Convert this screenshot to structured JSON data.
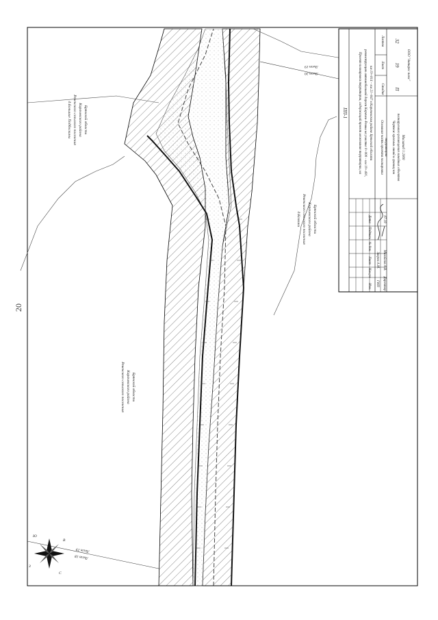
{
  "page": {
    "number": "20"
  },
  "map": {
    "labels": {
      "top_settlement": [
        "д.Большие Подбоскины",
        "Ревенского сельского поселения",
        "Карачевского района",
        "Брянской области"
      ],
      "mid_settlement": [
        "д.Козлики",
        "Ревенского сельского поселения",
        "Карачевского района",
        "Брянской области"
      ],
      "left_settlement": [
        "Ревенского сельского поселения",
        "Карачевского района",
        "Брянской области"
      ]
    },
    "sheet_refs": {
      "upper_a": "Лист 20",
      "upper_b": "Лист 19",
      "lower_a": "Лист 18",
      "lower_b": "Лист 19"
    },
    "compass": {
      "n": "С",
      "s": "Ю",
      "e": "В",
      "w": "З"
    }
  },
  "title_block": {
    "code": "ПП-1",
    "project_text": [
      "Проект планировки территории, содержащий проект межевания территории, на",
      "реконструкцию автомобильной дороги Карачев–Ревны на участке 0+000 – км 19+401,",
      "км 19+814 – км 21+847 в Карачевском районе Брянской области"
    ],
    "sheet_name": [
      "Основная часть проекта планировки",
      "территории"
    ],
    "drawing_name": [
      "Чертеж красных линий и границ зон",
      "планируемого размещения линейных объектов",
      "Масштаб 1:2000"
    ],
    "company": "ООО \"Антарес плюс\"",
    "stage_header": "Стадия",
    "sheet_header": "Лист",
    "sheets_header": "Листов",
    "stage": "П",
    "sheet": "19",
    "sheets": "32",
    "columns": [
      "Изм.",
      "Кол.уч",
      "Лист",
      "№ док.",
      "Подпись",
      "Дата"
    ],
    "signers": [
      {
        "role": "ГИП",
        "name": "Зверев А.М."
      },
      {
        "role": "Директор",
        "name": "Михайлов А.В.",
        "date": "07.18"
      }
    ]
  }
}
